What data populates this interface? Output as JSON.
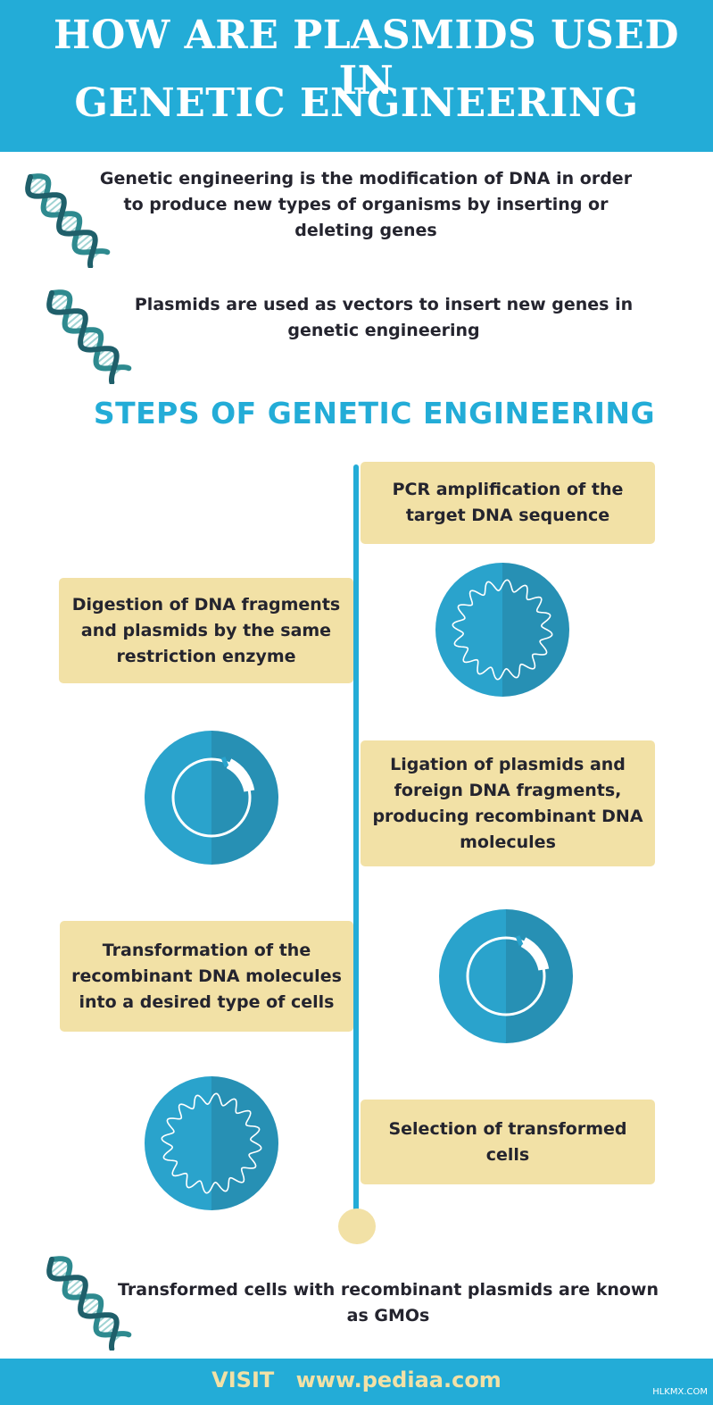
{
  "header": {
    "title_line1": "HOW ARE PLASMIDS USED IN",
    "title_line2": "GENETIC ENGINEERING"
  },
  "intro": {
    "definition": "Genetic engineering is the modification of DNA in order to produce new types of organisms by inserting or deleting genes",
    "plasmids": "Plasmids are used as vectors to insert new genes in genetic engineering"
  },
  "steps": {
    "title": "STEPS OF GENETIC ENGINEERING",
    "items": [
      {
        "label": "PCR amplification of the target DNA sequence"
      },
      {
        "label": "Digestion of DNA fragments and plasmids by the same restriction enzyme"
      },
      {
        "label": "Ligation of plasmids and foreign DNA fragments, producing recombinant DNA molecules"
      },
      {
        "label": "Transformation of the recombinant DNA molecules into a desired type of cells"
      },
      {
        "label": "Selection of transformed cells"
      }
    ]
  },
  "closing": "Transformed cells with recombinant plasmids are known as  GMOs",
  "footer": {
    "visit_label": "VISIT",
    "url": "www.pediaa.com",
    "watermark": "HLKMX.COM"
  },
  "icons": [
    "dna-helix-icon",
    "plasmid-wavy-icon",
    "plasmid-cut-icon"
  ],
  "colors": {
    "primary": "#23acd7",
    "box": "#f2e1a6",
    "circle_light": "#2aa3cc",
    "circle_dark": "#2790b4",
    "dna_dark": "#1f5f6a",
    "dna_mid": "#2e8a8f"
  }
}
